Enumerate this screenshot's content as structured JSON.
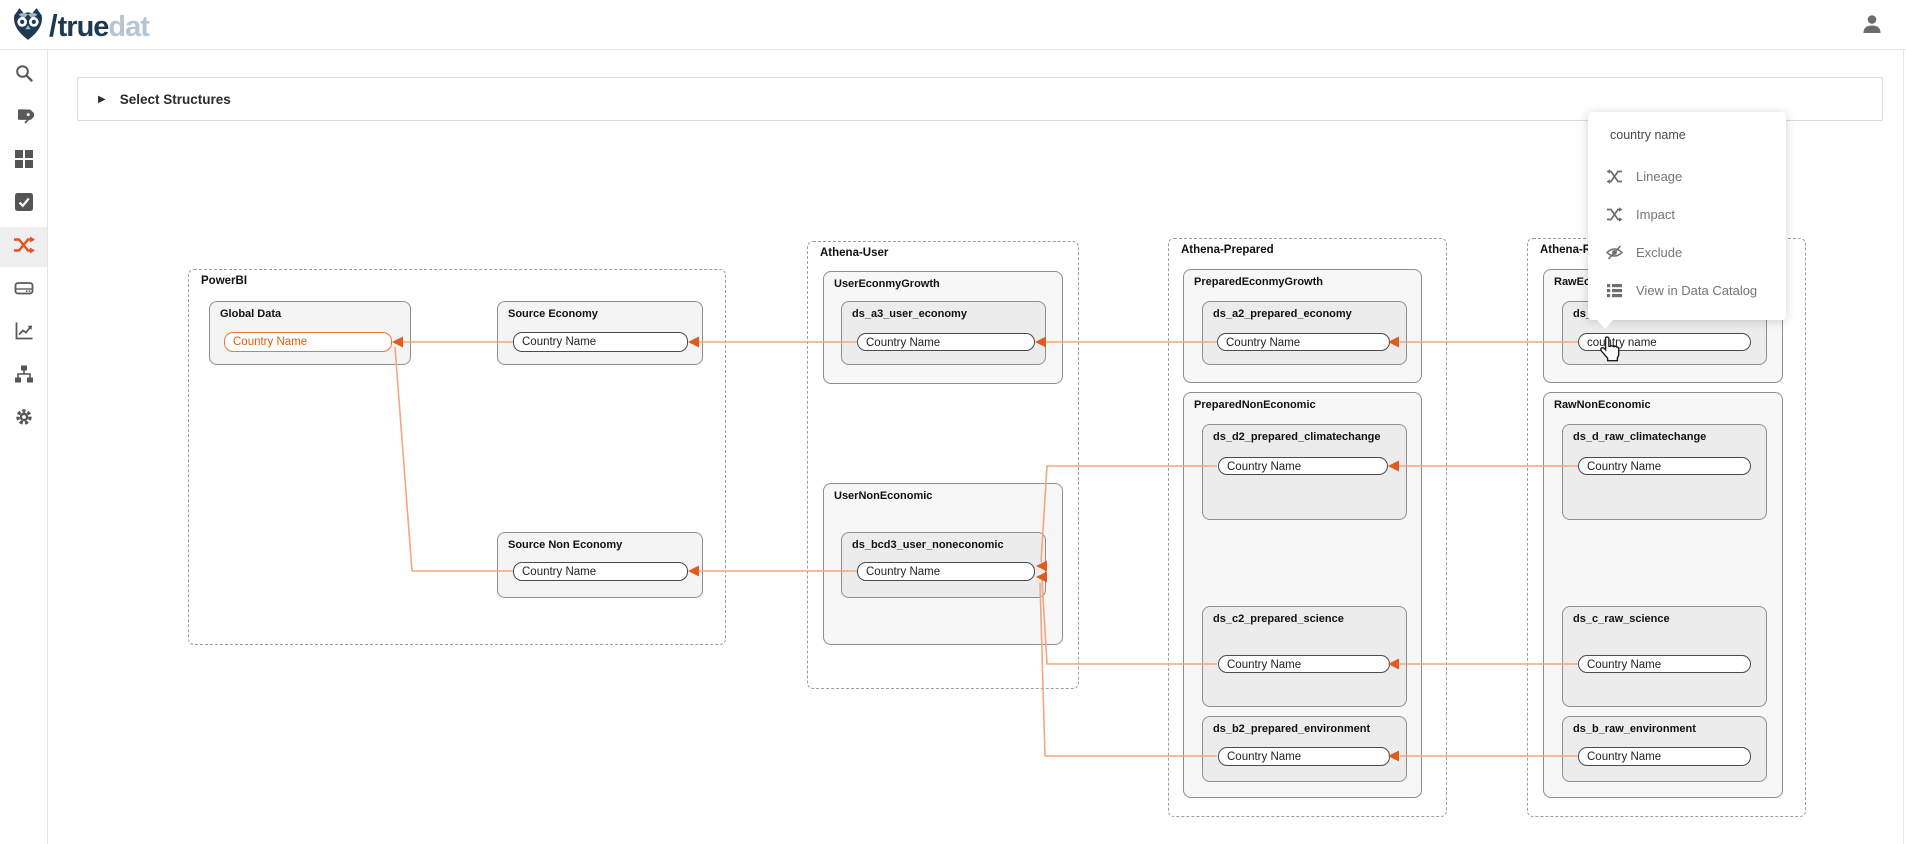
{
  "header": {
    "logo": {
      "separator": "/",
      "brand_primary": "true",
      "brand_secondary": "dat"
    }
  },
  "sidebar": {
    "items": [
      {
        "icon": "search-icon",
        "active": false
      },
      {
        "icon": "tags-icon",
        "active": false
      },
      {
        "icon": "grid-icon",
        "active": false
      },
      {
        "icon": "check-square-icon",
        "active": false
      },
      {
        "icon": "lineage-shuffle-icon",
        "active": true
      },
      {
        "icon": "storage-drive-icon",
        "active": false
      },
      {
        "icon": "chart-line-icon",
        "active": false
      },
      {
        "icon": "hierarchy-icon",
        "active": false
      },
      {
        "icon": "settings-gear-icon",
        "active": false
      }
    ],
    "active_color": "#e8541e"
  },
  "toolbar": {
    "select_structures_label": "Select Structures"
  },
  "context_menu": {
    "title": "country name",
    "items": [
      {
        "label": "Lineage",
        "icon": "lineage-arrows-icon"
      },
      {
        "label": "Impact",
        "icon": "impact-arrows-icon"
      },
      {
        "label": "Exclude",
        "icon": "eye-slash-icon"
      },
      {
        "label": "View in Data Catalog",
        "icon": "list-icon"
      }
    ]
  },
  "lineage": {
    "groups": [
      {
        "label": "PowerBI",
        "nodes": [
          {
            "title": "Global Data",
            "field": "Country Name",
            "highlighted": true
          },
          {
            "title": "Source Economy",
            "field": "Country Name",
            "highlighted": false
          },
          {
            "title": "Source Non Economy",
            "field": "Country Name",
            "highlighted": false
          }
        ]
      },
      {
        "label": "Athena-User",
        "subgroups": [
          {
            "title": "UserEconmyGrowth",
            "nodes": [
              {
                "title": "ds_a3_user_economy",
                "field": "Country Name"
              }
            ]
          },
          {
            "title": "UserNonEconomic",
            "nodes": [
              {
                "title": "ds_bcd3_user_noneconomic",
                "field": "Country Name"
              }
            ]
          }
        ]
      },
      {
        "label": "Athena-Prepared",
        "subgroups": [
          {
            "title": "PreparedEconmyGrowth",
            "nodes": [
              {
                "title": "ds_a2_prepared_economy",
                "field": "Country Name"
              }
            ]
          },
          {
            "title": "PreparedNonEconomic",
            "nodes": [
              {
                "title": "ds_d2_prepared_climatechange",
                "field": "Country Name"
              },
              {
                "title": "ds_c2_prepared_science",
                "field": "Country Name"
              },
              {
                "title": "ds_b2_prepared_environment",
                "field": "Country Name"
              }
            ]
          }
        ]
      },
      {
        "label": "Athena-Raw",
        "subgroups": [
          {
            "title": "RawEconomic",
            "nodes": [
              {
                "title": "ds_a_raw_economy",
                "field": "country name",
                "hovered": true
              }
            ]
          },
          {
            "title": "RawNonEconomic",
            "nodes": [
              {
                "title": "ds_d_raw_climatechange",
                "field": "Country Name"
              },
              {
                "title": "ds_c_raw_science",
                "field": "Country Name"
              },
              {
                "title": "ds_b_raw_environment",
                "field": "Country Name"
              }
            ]
          }
        ]
      }
    ],
    "colors": {
      "edge_line": "#f3a67f",
      "edge_arrow": "#df5b1e",
      "highlight_border": "#e87a3a",
      "highlight_text": "#d2601a"
    }
  }
}
